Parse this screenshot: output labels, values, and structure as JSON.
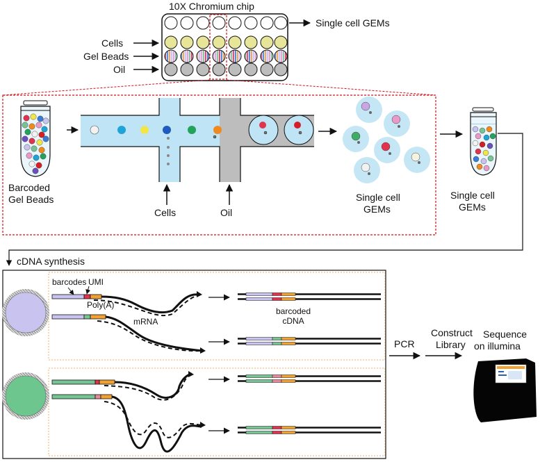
{
  "chip": {
    "title": "10X Chromium chip",
    "output_label": "Single cell GEMs",
    "row_labels": [
      "Cells",
      "Gel Beads",
      "Oil"
    ]
  },
  "microfluidics": {
    "tube_label_line1": "Barcoded",
    "tube_label_line2": "Gel Beads",
    "cells_inlet": "Cells",
    "oil_inlet": "Oil",
    "gems_label_line1": "Single cell",
    "gems_label_line2": "GEMs",
    "tube2_label_line1": "Single cell",
    "tube2_label_line2": "GEMs"
  },
  "synthesis": {
    "title": "cDNA synthesis",
    "barcodes": "barcodes",
    "umi": "UMI",
    "polya": "Poly(A)",
    "mrna": "mRNA",
    "product_line1": "barcoded",
    "product_line2": "cDNA"
  },
  "workflow": {
    "pcr": "PCR",
    "construct_line1": "Construct",
    "construct_line2": "Library",
    "sequence_line1": "Sequence",
    "sequence_line2": "on illumina"
  },
  "colors": {
    "bead_lavender": "#c9c3ef",
    "bead_green": "#6cc68e",
    "droplet_blue": "#c5e7f5",
    "channel_blue": "#bfe4f6",
    "oil_gray": "#bdbdbd",
    "cell_yellow": "#e7e59a",
    "umi_red": "#e0334d",
    "polya_orange": "#f0a132",
    "barcode_lavender": "#b9b3e6",
    "barcode_green": "#78c394",
    "dashed_red": "#d0101a",
    "dotted_orange": "#f2b068"
  }
}
